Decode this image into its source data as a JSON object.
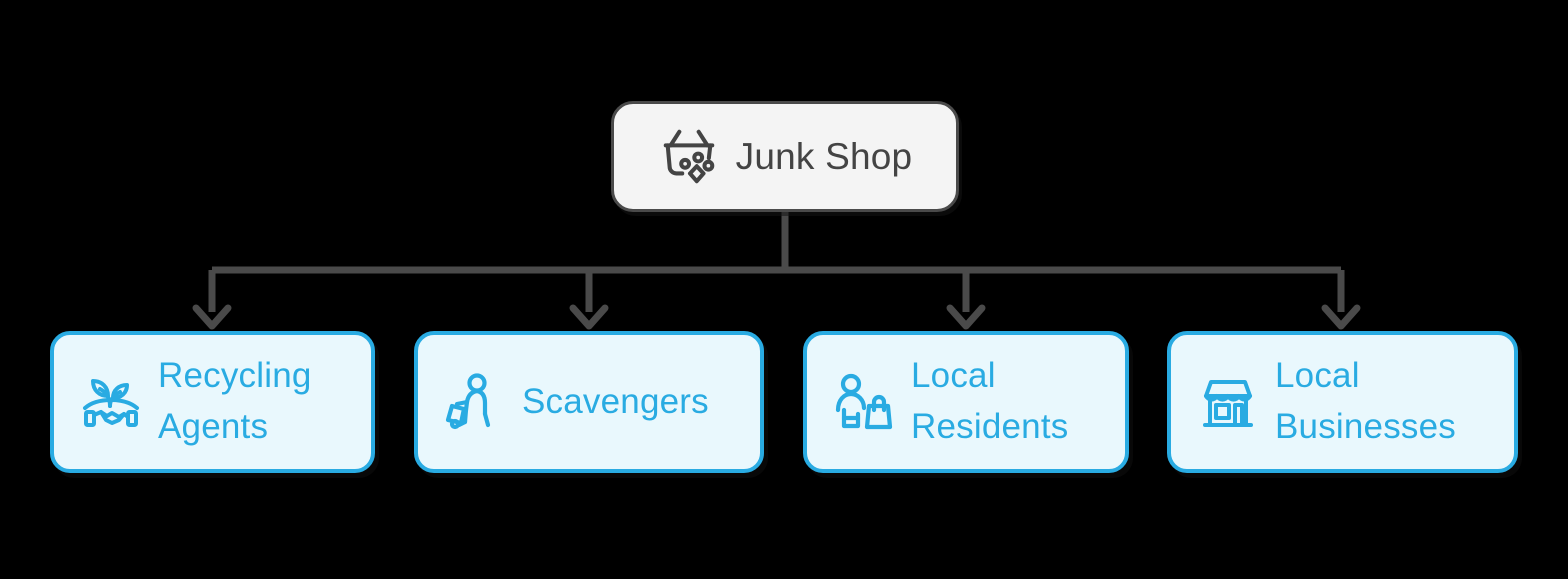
{
  "diagram": {
    "type": "tree",
    "background_color": "#000000",
    "root": {
      "label": "Junk Shop",
      "icon": "shopping-basket-icon",
      "fill_color": "#F4F4F4",
      "border_color": "#4A4A4A",
      "text_color": "#444444"
    },
    "children": [
      {
        "label": "Recycling\nAgents",
        "icon": "eco-handshake-icon",
        "fill_color": "#E9F8FD",
        "border_color": "#29ABE2",
        "text_color": "#29ABE2"
      },
      {
        "label": "Scavengers",
        "icon": "person-pushing-cart-icon",
        "fill_color": "#E9F8FD",
        "border_color": "#29ABE2",
        "text_color": "#29ABE2"
      },
      {
        "label": "Local\nResidents",
        "icon": "person-with-shopping-bag-icon",
        "fill_color": "#E9F8FD",
        "border_color": "#29ABE2",
        "text_color": "#29ABE2"
      },
      {
        "label": "Local\nBusinesses",
        "icon": "storefront-icon",
        "fill_color": "#E9F8FD",
        "border_color": "#29ABE2",
        "text_color": "#29ABE2"
      }
    ],
    "connector": {
      "color": "#4A4A4A",
      "style": "orthogonal-with-arrowheads",
      "arrow_count": 4
    }
  }
}
